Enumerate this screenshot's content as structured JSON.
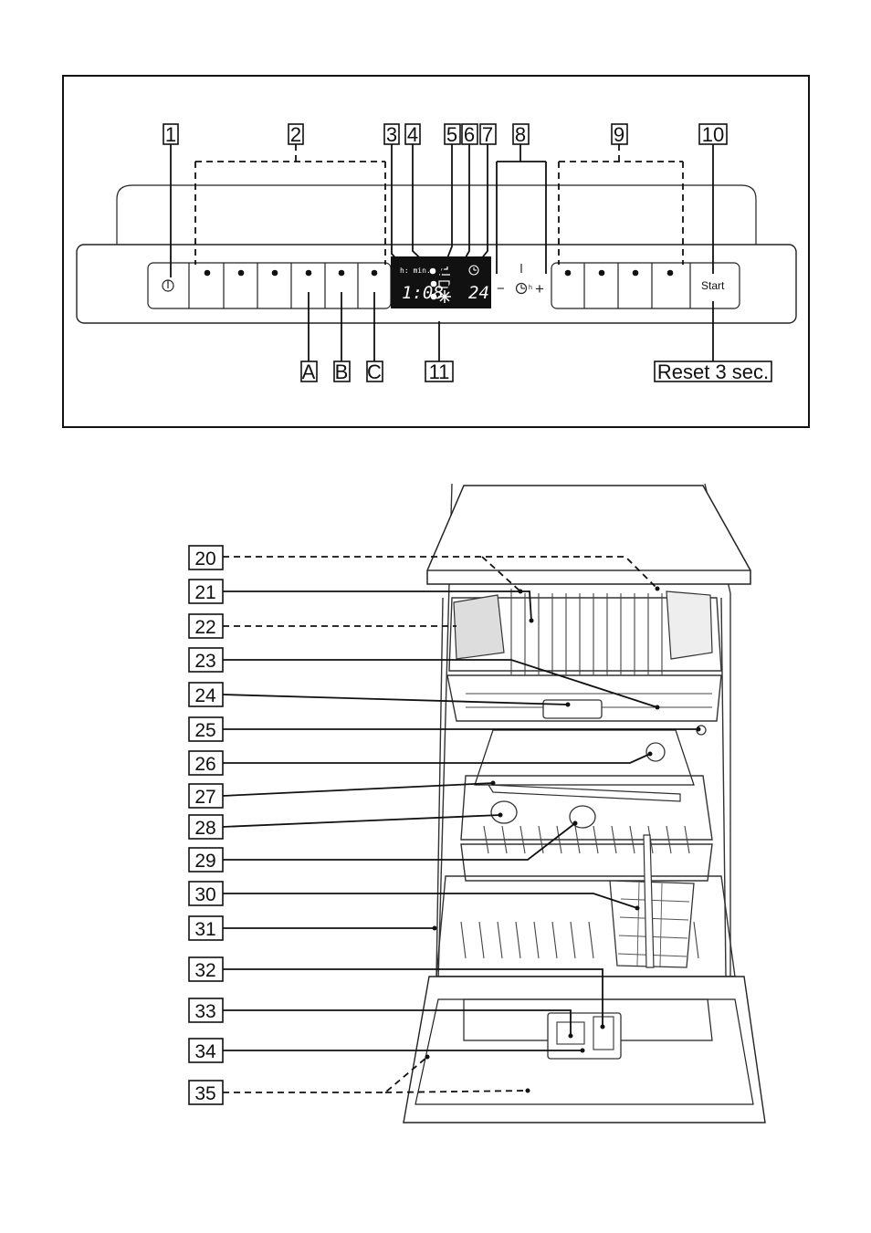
{
  "panel_labels": {
    "n1": "1",
    "n2": "2",
    "n3": "3",
    "n4": "4",
    "n5": "5",
    "n6": "6",
    "n7": "7",
    "n8": "8",
    "n9": "9",
    "n10": "10",
    "n11": "11",
    "a": "A",
    "b": "B",
    "c": "C",
    "reset": "Reset 3 sec."
  },
  "control_panel": {
    "start_label": "Start",
    "time_unit": "h: min.",
    "time_display": "1:08",
    "delay_display": "24",
    "minus": "−",
    "plus": "+",
    "delay_unit": "h",
    "timer_icon_suffix": "+"
  },
  "interior_callouts": [
    "20",
    "21",
    "22",
    "23",
    "24",
    "25",
    "26",
    "27",
    "28",
    "29",
    "30",
    "31",
    "32",
    "33",
    "34",
    "35"
  ]
}
